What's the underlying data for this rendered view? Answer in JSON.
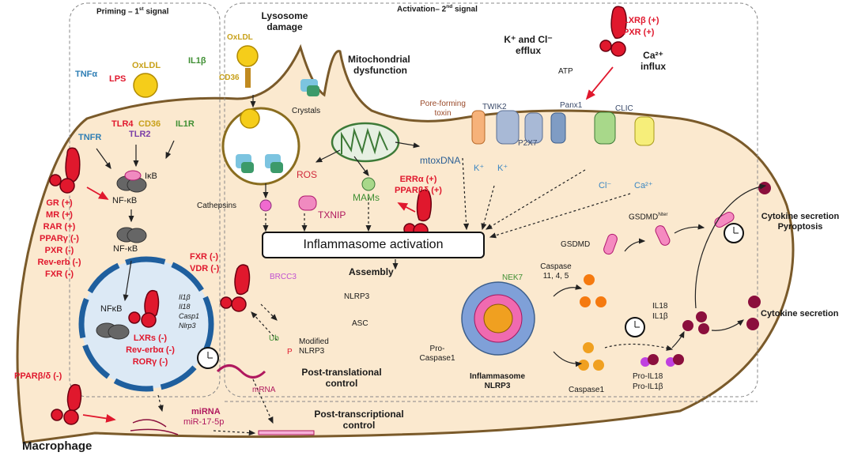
{
  "figure": {
    "cell_label": "Macrophage",
    "panels": {
      "priming": "Priming – 1",
      "priming_sup": "st",
      "priming_suffix": " signal",
      "activation": "Activation– 2",
      "activation_sup": "nd",
      "activation_suffix": " signal"
    },
    "colors": {
      "cytoplasm": "#fbe9cf",
      "membrane": "#7a5a2a",
      "nucleus": "#dce9f5",
      "nuclear_envelope": "#1f5f9e",
      "receptor_red": "#e0182d",
      "cytokine": "#8b0f3d"
    },
    "priming": {
      "ligands": {
        "tnfa": "TNFα",
        "lps": "LPS",
        "oxldl": "OxLDL",
        "il1b": "IL1β"
      },
      "receptors": {
        "tnfr": "TNFR",
        "tlr4": "TLR4",
        "cd36": "CD36",
        "tlr2": "TLR2",
        "il1r": "IL1R"
      },
      "ikb": "IκB",
      "nfkb_1": "NF-κB",
      "nfkb_2": "NF-κB",
      "nfkb_nuclear": "NFκB",
      "genes": [
        "Il1β",
        "Il18",
        "Casp1",
        "Nlrp3"
      ],
      "nuclear_receptors_left": [
        "GR (+)",
        "MR (+)",
        "RAR (+)",
        "PPARγ (-)",
        "PXR (-)",
        "Rev-erb (-)",
        "FXR (-)"
      ],
      "nuclear_receptors_nucleus": [
        "LXRs (-)",
        "Rev-erbα (-)",
        "RORγ (-)"
      ],
      "ppar_bd": "PPARβ/δ (-)",
      "mirna": "miRNA",
      "mir": "miR-17-5p"
    },
    "activation": {
      "lysosome_damage": [
        "Lysosome",
        "damage"
      ],
      "oxldl": "OxLDL",
      "cd36": "CD36",
      "crystals": "Crystals",
      "mito": [
        "Mitochondrial",
        "dysfunction"
      ],
      "cathepsins": "Cathepsins",
      "ros": "ROS",
      "txnip": "TXNIP",
      "mams": "MAMs",
      "mtoxdna": "mtoxDNA",
      "erra": "ERRα (+)",
      "ppar_bd_plus": "PPARβδ (+)",
      "efflux_title": [
        "K⁺ and Cl⁻",
        "efflux"
      ],
      "ca_influx": [
        "Ca²⁺",
        "influx"
      ],
      "lxrb": "LXRβ (+)",
      "pxr": "PXR (+)",
      "atp": "ATP",
      "pore_toxin": [
        "Pore-forming",
        "toxin"
      ],
      "twik2": "TWIK2",
      "p2x7": "P2X7",
      "panx1": "Panx1",
      "clic": "CLIC",
      "k_ion": "K⁺",
      "cl_ion": "Cl⁻",
      "ca_ion": "Ca²⁺",
      "inflammasome_activation": "Inflammasome activation",
      "assembly": "Assembly",
      "fxr": "FXR (-)",
      "vdr": "VDR (-)",
      "brcc3": "BRCC3",
      "nlrp3": "NLRP3",
      "asc": "ASC",
      "ub": "Ub",
      "p": "P",
      "modified_nlrp3": [
        "Modified",
        "NLRP3"
      ],
      "pro_caspase1": [
        "Pro-",
        "Caspase1"
      ],
      "ptc": [
        "Post-translational",
        "control"
      ],
      "mrna": "mRNA",
      "ptxc": [
        "Post-transcriptional",
        "control"
      ],
      "nek7": "NEK7",
      "inflammasome": [
        "Inflammasome",
        "NLRP3"
      ],
      "caspase_nc": [
        "Caspase",
        "11, 4, 5"
      ],
      "caspase1": "Caspase1",
      "gsdmd": "GSDMD",
      "gsdmd_nter": "GSDMD",
      "gsdmd_nter_sup": "Nter",
      "il18_il1b": [
        "IL18",
        "IL1β"
      ],
      "pro_il": [
        "Pro-IL18",
        "Pro-IL1β"
      ]
    },
    "outputs": {
      "pyroptosis": [
        "Cytokine secretion",
        "Pyroptosis"
      ],
      "cytokine_secretion": "Cytokine secretion"
    }
  }
}
